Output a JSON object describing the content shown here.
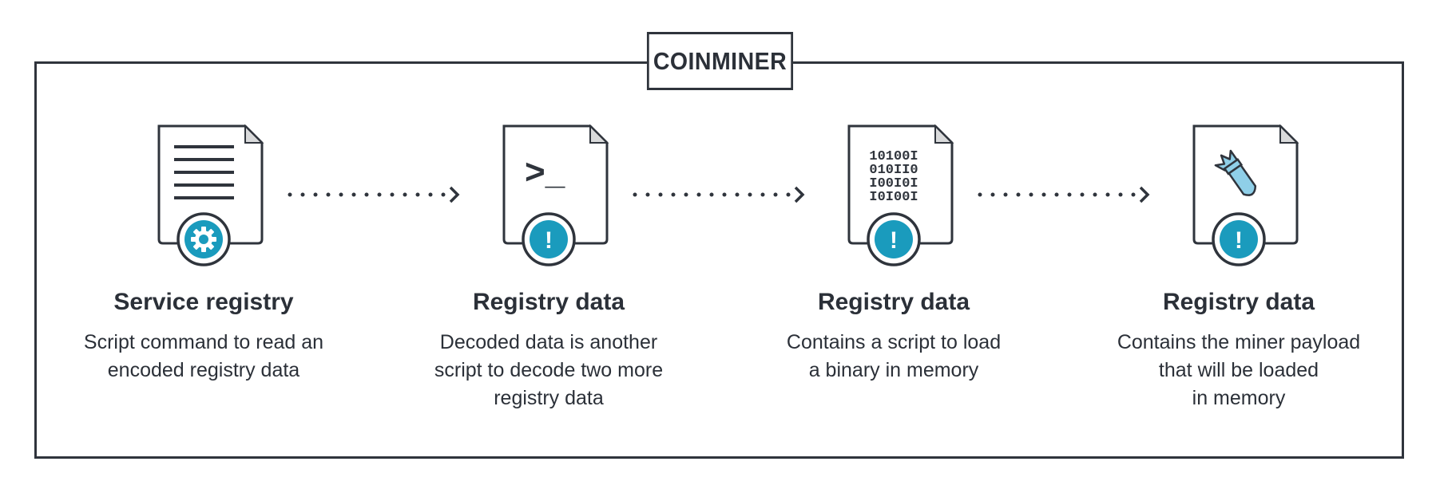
{
  "title": "COINMINER",
  "colors": {
    "accent": "#1a9bbd",
    "stroke": "#2f343c",
    "fold": "#d9dadb",
    "bomb": "#8fcfe8"
  },
  "steps": [
    {
      "icon": "gear-badge-icon",
      "glyph": "document-lines-icon",
      "title": "Service registry",
      "desc": [
        "Script command to read an",
        "encoded registry data"
      ]
    },
    {
      "icon": "warning-badge-icon",
      "glyph": "terminal-prompt-icon",
      "prompt": ">_",
      "title": "Registry data",
      "desc": [
        "Decoded data is another",
        "script to decode two more",
        "registry data"
      ]
    },
    {
      "icon": "warning-badge-icon",
      "glyph": "binary-code-icon",
      "binary": [
        "10100I",
        "010II0",
        "I00I0I",
        "I0I00I"
      ],
      "title": "Registry data",
      "desc": [
        "Contains a script to load",
        "a binary in memory"
      ]
    },
    {
      "icon": "warning-badge-icon",
      "glyph": "bomb-icon",
      "title": "Registry data",
      "desc": [
        "Contains the miner payload",
        "that will be loaded",
        "in memory"
      ]
    }
  ],
  "badge_warning_symbol": "!"
}
